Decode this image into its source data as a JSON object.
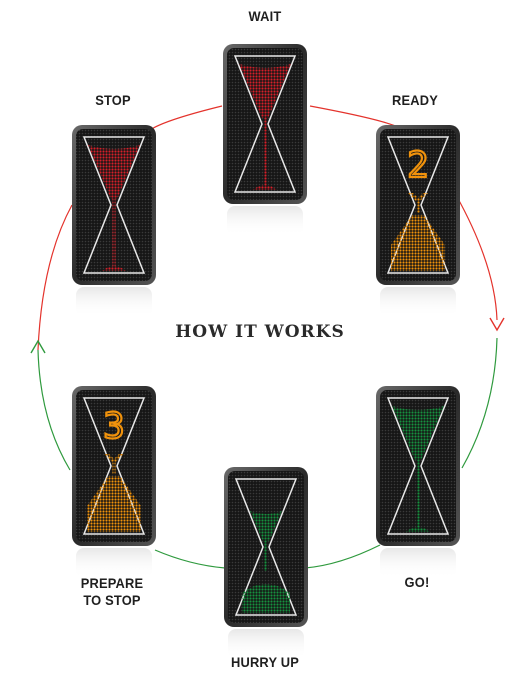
{
  "title": "HOW IT WORKS",
  "stages": [
    {
      "id": "wait",
      "label_lines": [
        "WAIT"
      ],
      "color": "#d4202a",
      "state": "top-full",
      "digit": ""
    },
    {
      "id": "ready",
      "label_lines": [
        "READY"
      ],
      "color": "#f0920c",
      "state": "bottom-full",
      "digit": "2"
    },
    {
      "id": "go",
      "label_lines": [
        "GO!"
      ],
      "color": "#17913f",
      "state": "top-full",
      "digit": ""
    },
    {
      "id": "hurry",
      "label_lines": [
        "HURRY UP"
      ],
      "color": "#17913f",
      "state": "half",
      "digit": ""
    },
    {
      "id": "prepare",
      "label_lines": [
        "PREPARE",
        "TO STOP"
      ],
      "color": "#f0920c",
      "state": "bottom-full",
      "digit": "3"
    },
    {
      "id": "stop",
      "label_lines": [
        "STOP"
      ],
      "color": "#d4202a",
      "state": "top-full",
      "digit": ""
    }
  ],
  "cycle_colors": {
    "red": "#e4332c",
    "green": "#2f9a3e"
  }
}
